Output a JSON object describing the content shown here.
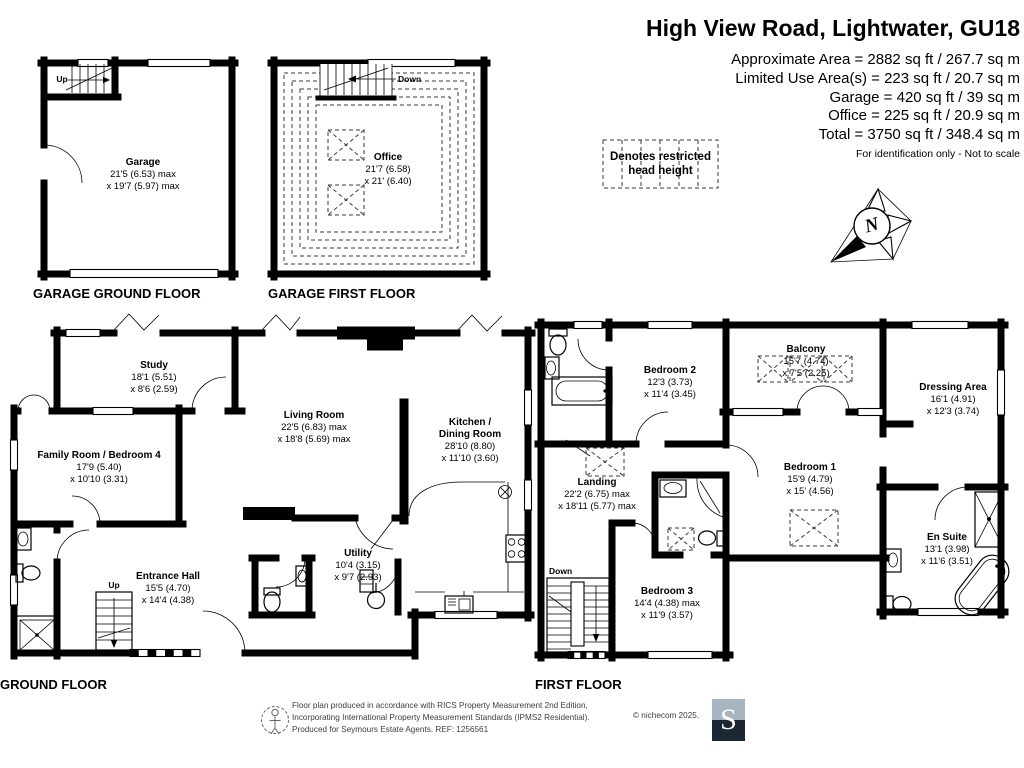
{
  "header": {
    "title": "High View Road, Lightwater, GU18",
    "area_lines": [
      "Approximate Area = 2882 sq ft / 267.7 sq m",
      "Limited Use Area(s) = 223 sq ft / 20.7 sq m",
      "Garage = 420 sq ft / 39 sq m",
      "Office = 225 sq ft / 20.9 sq m",
      "Total = 3750 sq ft / 348.4 sq m"
    ],
    "disclaimer": "For identification only - Not to scale"
  },
  "legend": {
    "restricted_label": "Denotes restricted head height"
  },
  "compass": {
    "north_letter": "N"
  },
  "plans": {
    "garage_ground": {
      "title": "GARAGE GROUND FLOOR",
      "stair_label": "Up",
      "garage": {
        "name": "Garage",
        "dim1": "21'5 (6.53) max",
        "dim2": "x 19'7 (5.97) max"
      }
    },
    "garage_first": {
      "title": "GARAGE FIRST FLOOR",
      "stair_label": "Down",
      "office": {
        "name": "Office",
        "dim1": "21'7 (6.58)",
        "dim2": "x 21' (6.40)"
      }
    },
    "ground": {
      "title": "GROUND FLOOR",
      "stair_label": "Up",
      "study": {
        "name": "Study",
        "dim1": "18'1 (5.51)",
        "dim2": "x 8'6 (2.59)"
      },
      "family": {
        "name": "Family Room / Bedroom 4",
        "dim1": "17'9 (5.40)",
        "dim2": "x 10'10 (3.31)"
      },
      "living": {
        "name": "Living Room",
        "dim1": "22'5 (6.83) max",
        "dim2": "x 18'8 (5.69) max"
      },
      "kitchen": {
        "name1": "Kitchen /",
        "name2": "Dining Room",
        "dim1": "28'10 (8.80)",
        "dim2": "x 11'10 (3.60)"
      },
      "utility": {
        "name": "Utility",
        "dim1": "10'4 (3.15)",
        "dim2": "x 9'7 (2.93)"
      },
      "entrance": {
        "name": "Entrance Hall",
        "dim1": "15'5 (4.70)",
        "dim2": "x 14'4 (4.38)"
      }
    },
    "first": {
      "title": "FIRST FLOOR",
      "stair_label": "Down",
      "bedroom2": {
        "name": "Bedroom 2",
        "dim1": "12'3 (3.73)",
        "dim2": "x 11'4 (3.45)"
      },
      "balcony": {
        "name": "Balcony",
        "dim1": "15'7 (4.74)",
        "dim2": "x 7'5 (2.25)"
      },
      "dressing": {
        "name": "Dressing Area",
        "dim1": "16'1 (4.91)",
        "dim2": "x 12'3 (3.74)"
      },
      "bedroom1": {
        "name": "Bedroom 1",
        "dim1": "15'9 (4.79)",
        "dim2": "x 15' (4.56)"
      },
      "landing": {
        "name": "Landing",
        "dim1": "22'2 (6.75) max",
        "dim2": "x 18'11 (5.77) max"
      },
      "bedroom3": {
        "name": "Bedroom 3",
        "dim1": "14'4 (4.38) max",
        "dim2": "x 11'9 (3.57)"
      },
      "ensuite": {
        "name": "En Suite",
        "dim1": "13'1 (3.98)",
        "dim2": "x 11'6 (3.51)"
      }
    }
  },
  "footer": {
    "line1": "Floor plan produced in accordance with RICS Property Measurement 2nd Edition,",
    "line2": "Incorporating International Property Measurement Standards (IPMS2 Residential).",
    "line3": "Produced for Seymours Estate Agents.   REF: 1256561",
    "copyright": "© nichecom 2025.",
    "logo_letter": "S"
  },
  "colors": {
    "wall": "#000000",
    "logo_top": "#a7b5c1",
    "logo_bottom": "#1b2733"
  }
}
